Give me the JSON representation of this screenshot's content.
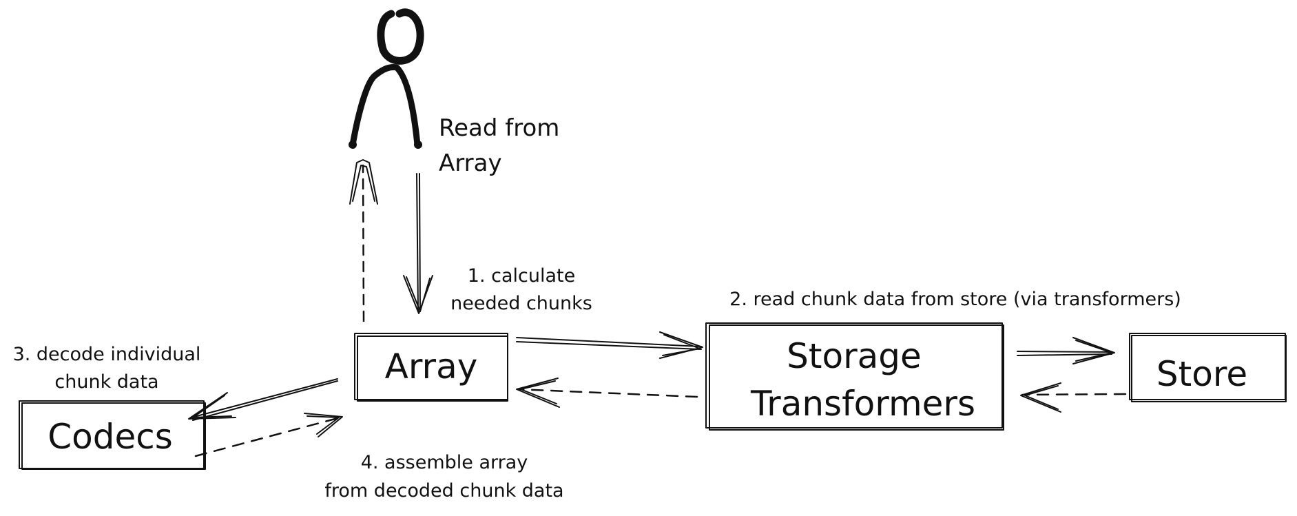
{
  "person": {
    "label_line1": "Read from",
    "label_line2": "Array"
  },
  "boxes": {
    "array": "Array",
    "storage_transformers_line1": "Storage",
    "storage_transformers_line2": "Transformers",
    "store": "Store",
    "codecs": "Codecs"
  },
  "steps": {
    "step1_line1": "1. calculate",
    "step1_line2": "needed chunks",
    "step2": "2. read chunk data from store (via transformers)",
    "step3_line1": "3. decode individual",
    "step3_line2": "chunk data",
    "step4_line1": "4. assemble array",
    "step4_line2": "from decoded chunk data"
  }
}
